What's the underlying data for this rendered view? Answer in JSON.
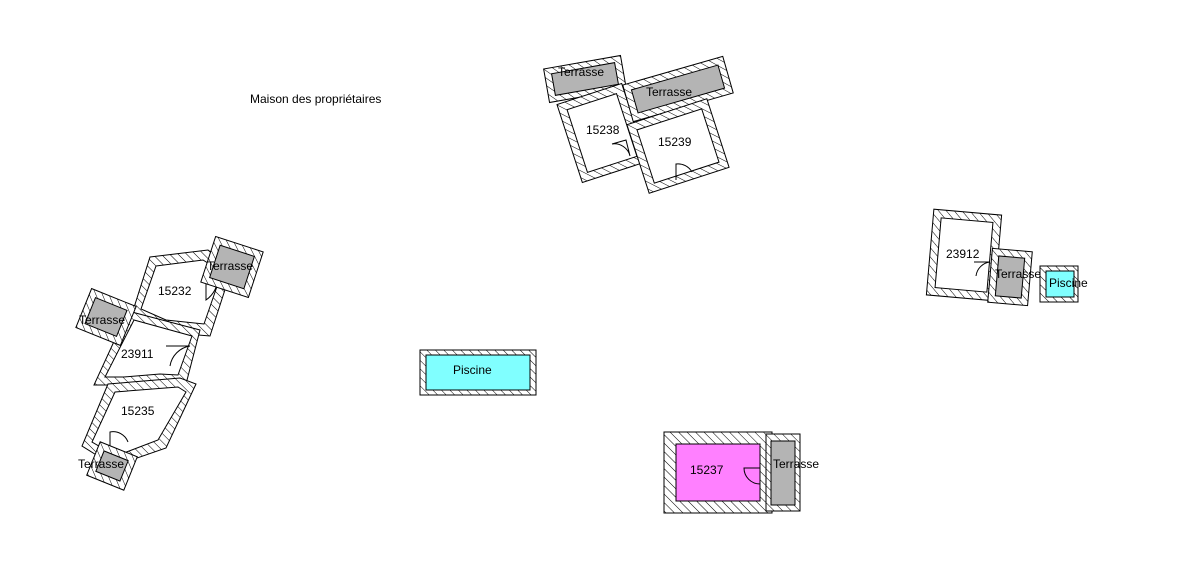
{
  "title": "Maison des propriétaires",
  "colors": {
    "terrasse": "#b4b4b4",
    "piscine": "#80ffff",
    "highlight": "#ff80ff",
    "wall_hatch": "#000000"
  },
  "labels": {
    "terrasse": "Terrasse",
    "piscine": "Piscine"
  },
  "units": {
    "u15232": "15232",
    "u23911": "23911",
    "u15235": "15235",
    "u15238": "15238",
    "u15239": "15239",
    "u23912": "23912",
    "u15237": "15237"
  }
}
